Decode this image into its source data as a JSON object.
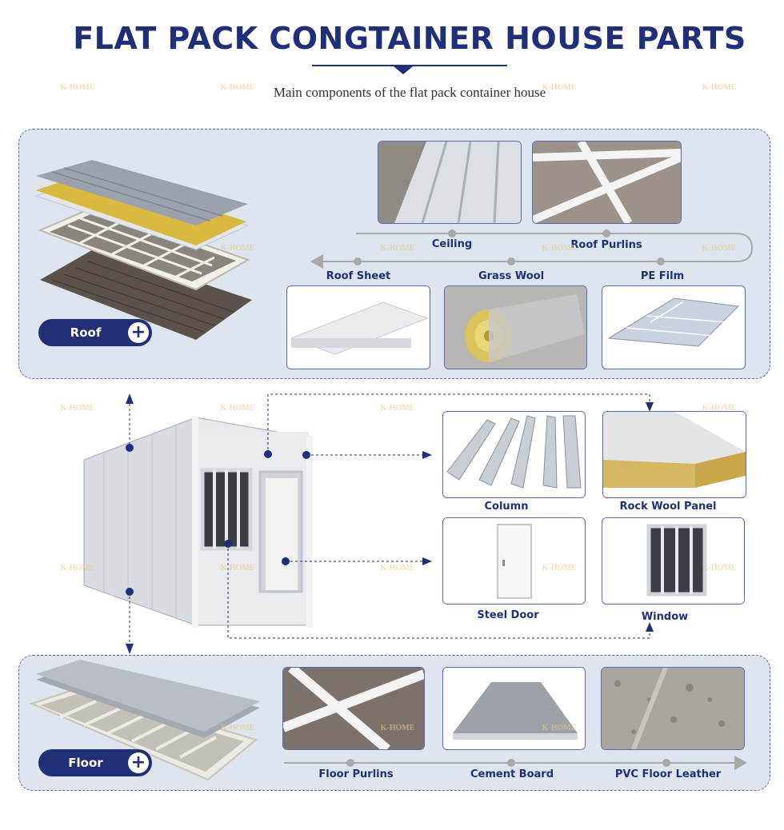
{
  "header": {
    "title": "FLAT PACK CONGTAINER HOUSE PARTS",
    "subtitle": "Main components of the flat pack container house"
  },
  "watermark": "K-HOME",
  "roof_section": {
    "button_label": "Roof",
    "parts": {
      "ceiling": "Ceiling",
      "roof_purlins": "Roof Purlins",
      "roof_sheet": "Roof Sheet",
      "grass_wool": "Grass Wool",
      "pe_film": "PE Film"
    }
  },
  "wall_section": {
    "parts": {
      "column": "Column",
      "rock_wool_panel": "Rock Wool  Panel",
      "steel_door": "Steel Door",
      "window": "Window"
    }
  },
  "floor_section": {
    "button_label": "Floor",
    "parts": {
      "floor_purlins": "Floor Purlins",
      "cement_board": "Cement Board",
      "pvc_floor_leather": "PVC Floor Leather"
    }
  },
  "colors": {
    "brand_navy": "#1f2f78",
    "panel_bg": "#dfe5ee",
    "panel_border": "#5a6aa8",
    "arrow_gray": "#a8a8a8",
    "insulation_yellow": "#d9b940"
  }
}
